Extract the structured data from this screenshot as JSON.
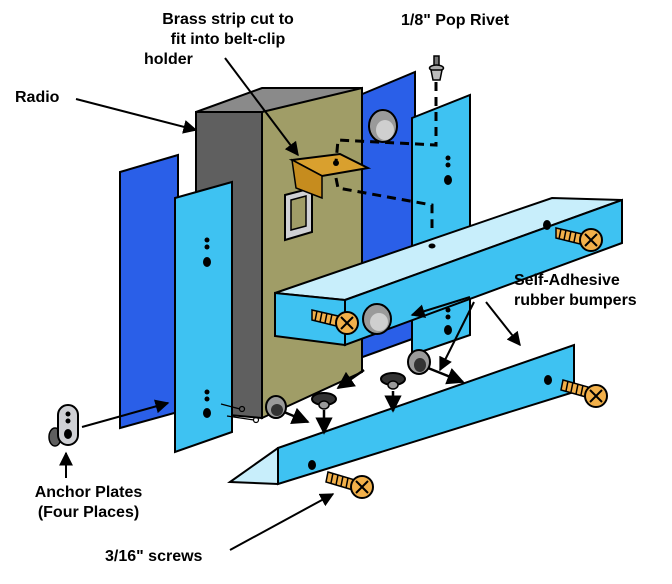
{
  "labels": {
    "brass_line1": "Brass strip cut to",
    "brass_line2": "fit into belt-clip",
    "brass_line3": "holder",
    "rivet": "1/8\" Pop Rivet",
    "radio": "Radio",
    "bumpers_line1": "Self-Adhesive",
    "bumpers_line2": "rubber  bumpers",
    "anchor_line1": "Anchor Plates",
    "anchor_line2": "(Four Places)",
    "screws": "3/16\" screws"
  },
  "colors": {
    "radio_front": "#a09d67",
    "radio_side": "#5f5f5f",
    "radio_top": "#8a8a8a",
    "plate_front": "#3ec2f2",
    "plate_side": "#2a5fe8",
    "plate_light": "#c8eefb",
    "brass": "#d9a02e",
    "screw": "#f2b04a",
    "bumper": "#9a9a9a",
    "outline": "#000000"
  },
  "icons": [
    "screw-icon",
    "rubber-bumper-icon",
    "pop-rivet-icon",
    "anchor-plate-icon",
    "brass-strip-icon"
  ]
}
